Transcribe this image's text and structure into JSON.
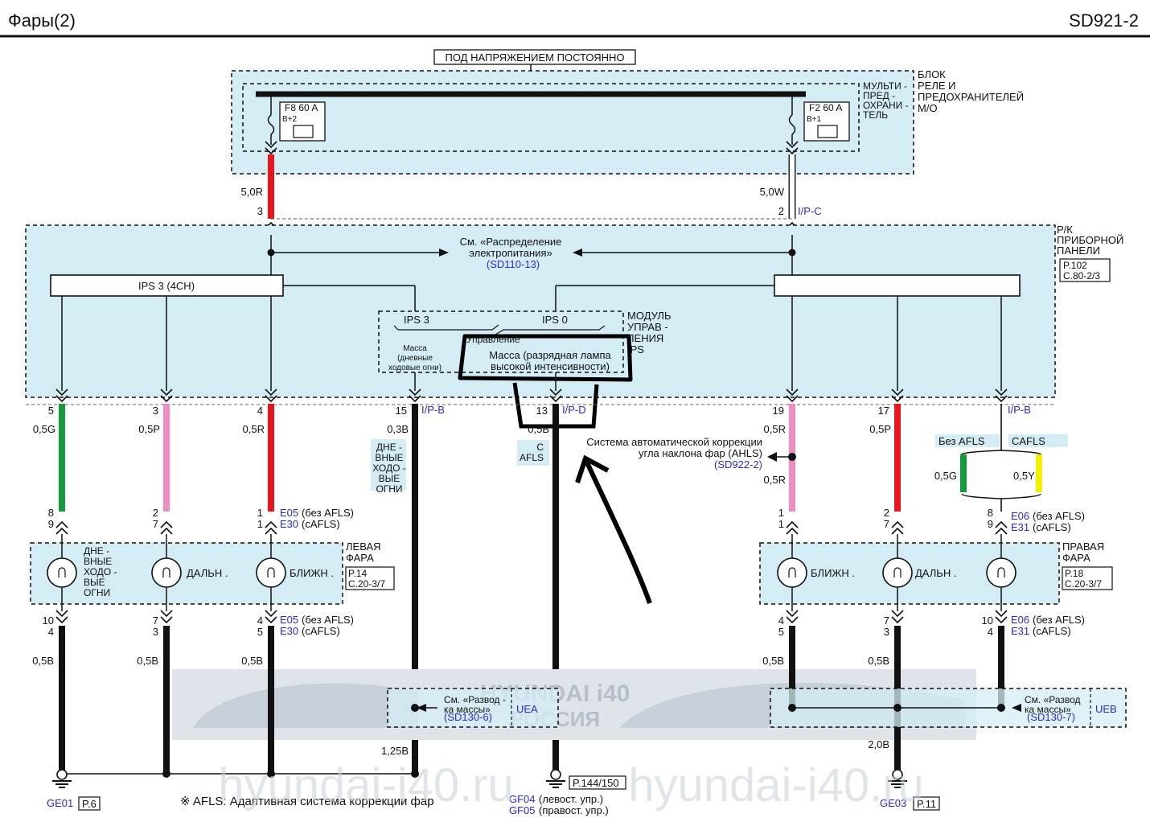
{
  "header": {
    "title": "Фары(2)",
    "code": "SD921-2"
  },
  "power": {
    "label": "ПОД НАПРЯЖЕНИЕМ  ПОСТОЯННО"
  },
  "fuse_box": {
    "name_lines": [
      "БЛОК",
      "РЕЛЕ  И",
      "ПРЕДОХРАНИТЕЛЕЙ",
      "М/О"
    ],
    "inner_lines": [
      "МУЛЬТИ -",
      "ПРЕД -",
      "ОХРАНИ -",
      "ТЕЛЬ"
    ]
  },
  "fuses": [
    {
      "name": "F8 60 A",
      "tag": "B+2"
    },
    {
      "name": "F2 60 A",
      "tag": "B+1"
    }
  ],
  "feed_wires": [
    {
      "spec": "5,0R",
      "pin": "3",
      "color": "#e8141e",
      "connector": ""
    },
    {
      "spec": "5,0W",
      "pin": "2",
      "color": "#ffffff",
      "connector": "I/P-C"
    }
  ],
  "junction": {
    "name_lines": [
      "Р/К",
      "ПРИБОРНОЙ",
      "ПАНЕЛИ"
    ],
    "ref_lines": [
      "P.102",
      "C.80-2/3"
    ]
  },
  "power_dist": {
    "lines": [
      "См. «Распределение",
      "электропитания»"
    ],
    "ref": "(SD110-13)"
  },
  "ips": {
    "left_label": "IPS 3 (4CH)",
    "module_lines": [
      "МОДУЛЬ",
      "УПРАВ -",
      "ЛЕНИЯ",
      "IPS"
    ],
    "ips3": "IPS 3",
    "ips0": "IPS 0",
    "control": "Управление",
    "drl_ground_lines": [
      "Масса",
      "(дневные",
      "ходовые огни)"
    ],
    "hid_ground_lines": [
      "Масса  (разрядная  лампа",
      "высокой интенсивности)"
    ]
  },
  "wires": [
    {
      "pin": "5",
      "spec": "0,5G",
      "color": "#169a3c"
    },
    {
      "pin": "3",
      "spec": "0,5P",
      "color": "#f08cc0"
    },
    {
      "pin": "4",
      "spec": "0,5R",
      "color": "#e8141e"
    },
    {
      "pin": "15",
      "spec": "0,3B",
      "color": "#111111",
      "connector": "I/P-B"
    },
    {
      "pin": "13",
      "spec": "0,5B",
      "color": "#111111",
      "connector": "I/P-D"
    },
    {
      "pin": "19",
      "spec": "0,5R",
      "color": "#f08cc0"
    },
    {
      "pin": "17",
      "spec": "0,5P",
      "color": "#e8141e"
    },
    {
      "pin": "",
      "spec": "",
      "color": "#111111",
      "connector": "I/P-B"
    }
  ],
  "drl_note_lines": [
    "ДНЕ -",
    "ВНЫЕ",
    "ХОДО -",
    "ВЫЕ",
    "ОГНИ"
  ],
  "cafls_note_lines": [
    "С",
    "AFLS"
  ],
  "ahls": {
    "lines": [
      "Система  автоматической  коррекции",
      "угла наклона фар (AHLS)"
    ],
    "ref": "(SD922-2)",
    "wire_spec": "0,5R"
  },
  "afls_option": {
    "without": "Без AFLS",
    "with": "CAFLS",
    "spec_without": "0,5G",
    "spec_with": "0,5Y",
    "color_without": "#169a3c",
    "color_with": "#f2f200"
  },
  "connector_refs": {
    "left_top": {
      "a": "E05",
      "a_note": "(без AFLS)",
      "b": "E30",
      "b_note": "(cAFLS)",
      "pins_top": [
        "8",
        "2",
        "1"
      ],
      "pins_bottom": [
        "9",
        "7",
        "1"
      ]
    },
    "right_top": {
      "a": "E06",
      "a_note": "(без AFLS)",
      "b": "E31",
      "b_note": "(cAFLS)",
      "pins_top": [
        "1",
        "2",
        "8"
      ],
      "pins_bottom": [
        "1",
        "7",
        "9"
      ]
    },
    "left_bottom": {
      "a": "E05",
      "a_note": "(без AFLS)",
      "b": "E30",
      "b_note": "(cAFLS)",
      "pins_top": [
        "10",
        "7",
        "4"
      ],
      "pins_bottom": [
        "4",
        "3",
        "5"
      ]
    },
    "right_bottom": {
      "a": "E06",
      "a_note": "(без AFLS)",
      "b": "E31",
      "b_note": "(cAFLS)",
      "pins_top": [
        "4",
        "7",
        "10"
      ],
      "pins_bottom": [
        "5",
        "3",
        "4"
      ]
    }
  },
  "left_headlamp": {
    "name_lines": [
      "ЛЕВАЯ",
      "ФАРА"
    ],
    "ref_lines": [
      "P.14",
      "C.20-3/7"
    ],
    "drl_lines": [
      "ДНЕ -",
      "ВНЫЕ",
      "ХОДО -",
      "ВЫЕ",
      "ОГНИ"
    ],
    "high": "ДАЛЬН .",
    "low": "БЛИЖН ."
  },
  "right_headlamp": {
    "name_lines": [
      "ПРАВАЯ",
      "ФАРА"
    ],
    "ref_lines": [
      "P.18",
      "C.20-3/7"
    ],
    "low": "БЛИЖН .",
    "high": "ДАЛЬН ."
  },
  "ground_wires": {
    "left": [
      "0,5B",
      "0,5B",
      "0,5B"
    ],
    "right": [
      "0,5B",
      "0,5B"
    ],
    "uea": "1,25B",
    "ueb": "2,0B"
  },
  "ground_splices": {
    "left": {
      "lines": [
        "См. «Развод -",
        "ка массы»"
      ],
      "ref": "(SD130-6)",
      "name": "UEA"
    },
    "right": {
      "lines": [
        "См. «Развод",
        "ка массы»"
      ],
      "ref": "(SD130-7)",
      "name": "UEB"
    }
  },
  "grounds": {
    "ge01": {
      "name": "GE01",
      "ref": "P.6"
    },
    "ge03": {
      "name": "GE03",
      "ref": "P.11"
    },
    "gf": {
      "ref": "P.144/150",
      "a": "GF04",
      "a_note": "(левост. упр.)",
      "b": "GF05",
      "b_note": "(правост. упр.)"
    }
  },
  "footnote": "※ AFLS:  Адаптивная  система  коррекции  фар",
  "watermarks": [
    "hyundai-i40.ru",
    "hyundai-i40.ru",
    "HYUNDAI i40",
    "РОССИЯ"
  ]
}
